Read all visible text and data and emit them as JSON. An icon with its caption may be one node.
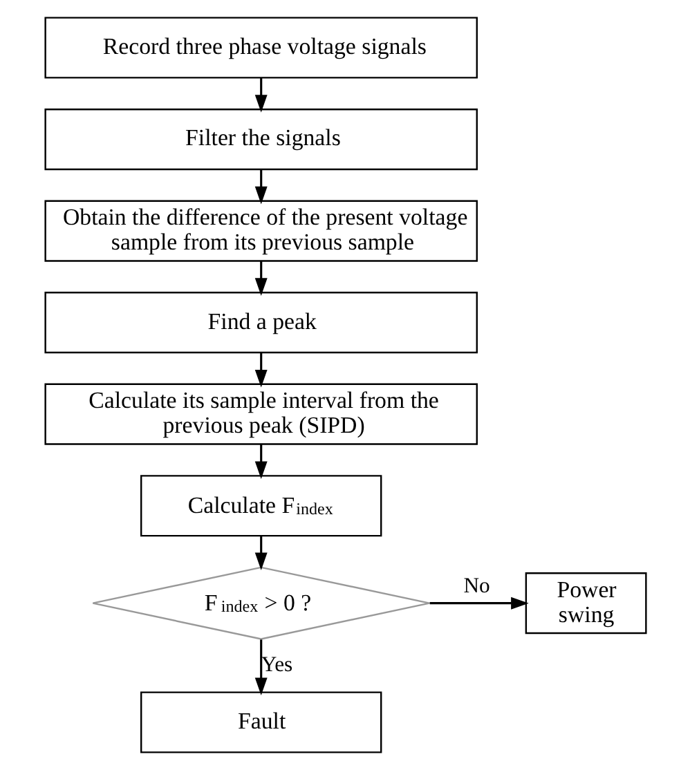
{
  "diagram": {
    "nodes": [
      {
        "text": [
          "Record three phase voltage signals"
        ]
      },
      {
        "text": [
          "Filter the signals"
        ]
      },
      {
        "text": [
          "Obtain the difference of the present voltage sample from its previous sample"
        ]
      },
      {
        "text": [
          "Find a peak"
        ]
      },
      {
        "text": [
          "Calculate its sample interval from the previous peak (SIPD)"
        ]
      },
      {
        "text": [
          "Calculate F$_{index}$"
        ]
      },
      {
        "text": [
          "F$_{index}$ > 0 ?"
        ]
      },
      {
        "text": [
          "Power swing"
        ]
      },
      {
        "text": [
          "Fault"
        ]
      }
    ],
    "edges": [
      {
        "from": 0,
        "to": 1,
        "arrow": "to"
      },
      {
        "from": 1,
        "to": 2,
        "arrow": "to"
      },
      {
        "from": 2,
        "to": 3,
        "arrow": "to"
      },
      {
        "from": 3,
        "to": 4,
        "arrow": "to"
      },
      {
        "from": 4,
        "to": 5,
        "arrow": "to"
      },
      {
        "from": 5,
        "to": 6,
        "arrow": "to"
      },
      {
        "from": 6,
        "to": 7,
        "arrow": "to",
        "label": "No"
      },
      {
        "from": 6,
        "to": 8,
        "arrow": "to",
        "label": "Yes"
      }
    ]
  }
}
